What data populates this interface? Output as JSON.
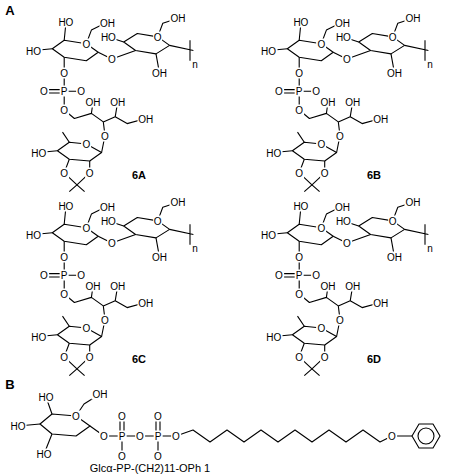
{
  "diagram": {
    "labels": [
      "A",
      "HO",
      "OH",
      "HO",
      "O",
      "O",
      "HO",
      "OH",
      "O",
      "OH",
      "O",
      "P",
      "O",
      "O",
      "O",
      "OH",
      "OH",
      "OH",
      "O",
      "O",
      "HO",
      "O",
      "O",
      "n",
      "6A",
      "HO",
      "OH",
      "HO",
      "O",
      "O",
      "HO",
      "OH",
      "O",
      "OH",
      "O",
      "P",
      "O",
      "O",
      "O",
      "OH",
      "OH",
      "OH",
      "O",
      "O",
      "HO",
      "O",
      "O",
      "n",
      "6B",
      "HO",
      "OH",
      "HO",
      "O",
      "O",
      "HO",
      "OH",
      "O",
      "OH",
      "O",
      "P",
      "O",
      "O",
      "O",
      "OH",
      "OH",
      "OH",
      "O",
      "O",
      "HO",
      "O",
      "O",
      "n",
      "6C",
      "HO",
      "OH",
      "HO",
      "O",
      "O",
      "HO",
      "OH",
      "O",
      "OH",
      "O",
      "P",
      "O",
      "O",
      "O",
      "OH",
      "OH",
      "OH",
      "O",
      "O",
      "HO",
      "O",
      "O",
      "n",
      "6D",
      "B",
      "HO",
      "OH",
      "HO",
      "O",
      "HO",
      "O",
      "P",
      "O",
      "O",
      "O",
      "P",
      "O",
      "O",
      "O",
      "O",
      "Glcα-PP-(CH2)11-OPh 1"
    ]
  }
}
